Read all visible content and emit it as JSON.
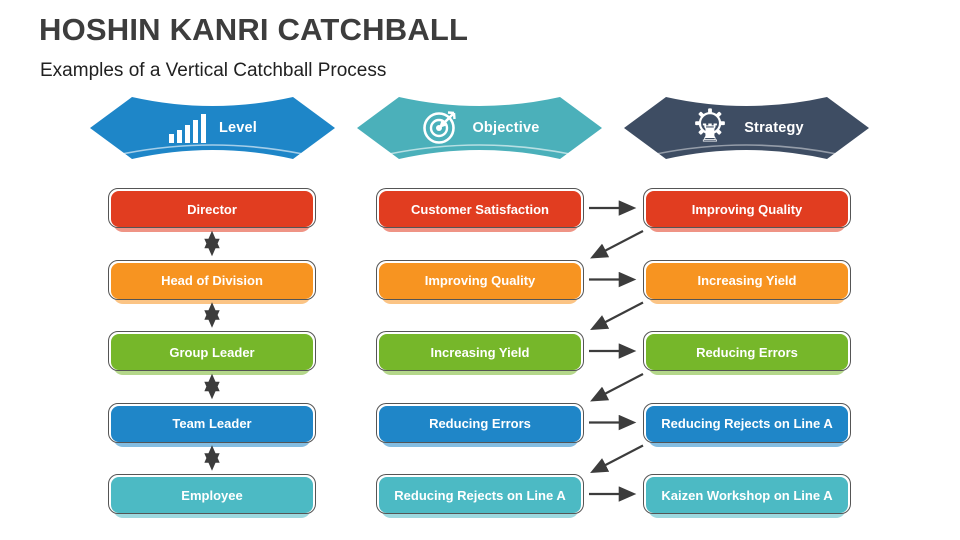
{
  "slide": {
    "title": "HOSHIN KANRI CATCHBALL",
    "subtitle": "Examples of a Vertical Catchball Process",
    "background": "#FFFFFF",
    "arrow_color": "#3C3C3C"
  },
  "columns": [
    {
      "header": {
        "label": "Level",
        "icon": "bar-chart-icon",
        "color": "#1E86C8"
      },
      "boxes": [
        {
          "label": "Director",
          "color": "#E13D20"
        },
        {
          "label": "Head of Division",
          "color": "#F79421"
        },
        {
          "label": "Group Leader",
          "color": "#76B72A"
        },
        {
          "label": "Team Leader",
          "color": "#1F86C8"
        },
        {
          "label": "Employee",
          "color": "#4CBAC4"
        }
      ]
    },
    {
      "header": {
        "label": "Objective",
        "icon": "target-icon",
        "color": "#4BB0BA"
      },
      "boxes": [
        {
          "label": "Customer Satisfaction",
          "color": "#E13D20"
        },
        {
          "label": "Improving Quality",
          "color": "#F79421"
        },
        {
          "label": "Increasing Yield",
          "color": "#76B72A"
        },
        {
          "label": "Reducing Errors",
          "color": "#1F86C8"
        },
        {
          "label": "Reducing Rejects on Line A",
          "color": "#4CBAC4"
        }
      ]
    },
    {
      "header": {
        "label": "Strategy",
        "icon": "rook-gear-icon",
        "color": "#3E4D63"
      },
      "boxes": [
        {
          "label": "Improving Quality",
          "color": "#E13D20"
        },
        {
          "label": "Increasing Yield",
          "color": "#F79421"
        },
        {
          "label": "Reducing Errors",
          "color": "#76B72A"
        },
        {
          "label": "Reducing Rejects on Line A",
          "color": "#1F86C8"
        },
        {
          "label": "Kaizen Workshop on Line A",
          "color": "#4CBAC4"
        }
      ]
    }
  ]
}
